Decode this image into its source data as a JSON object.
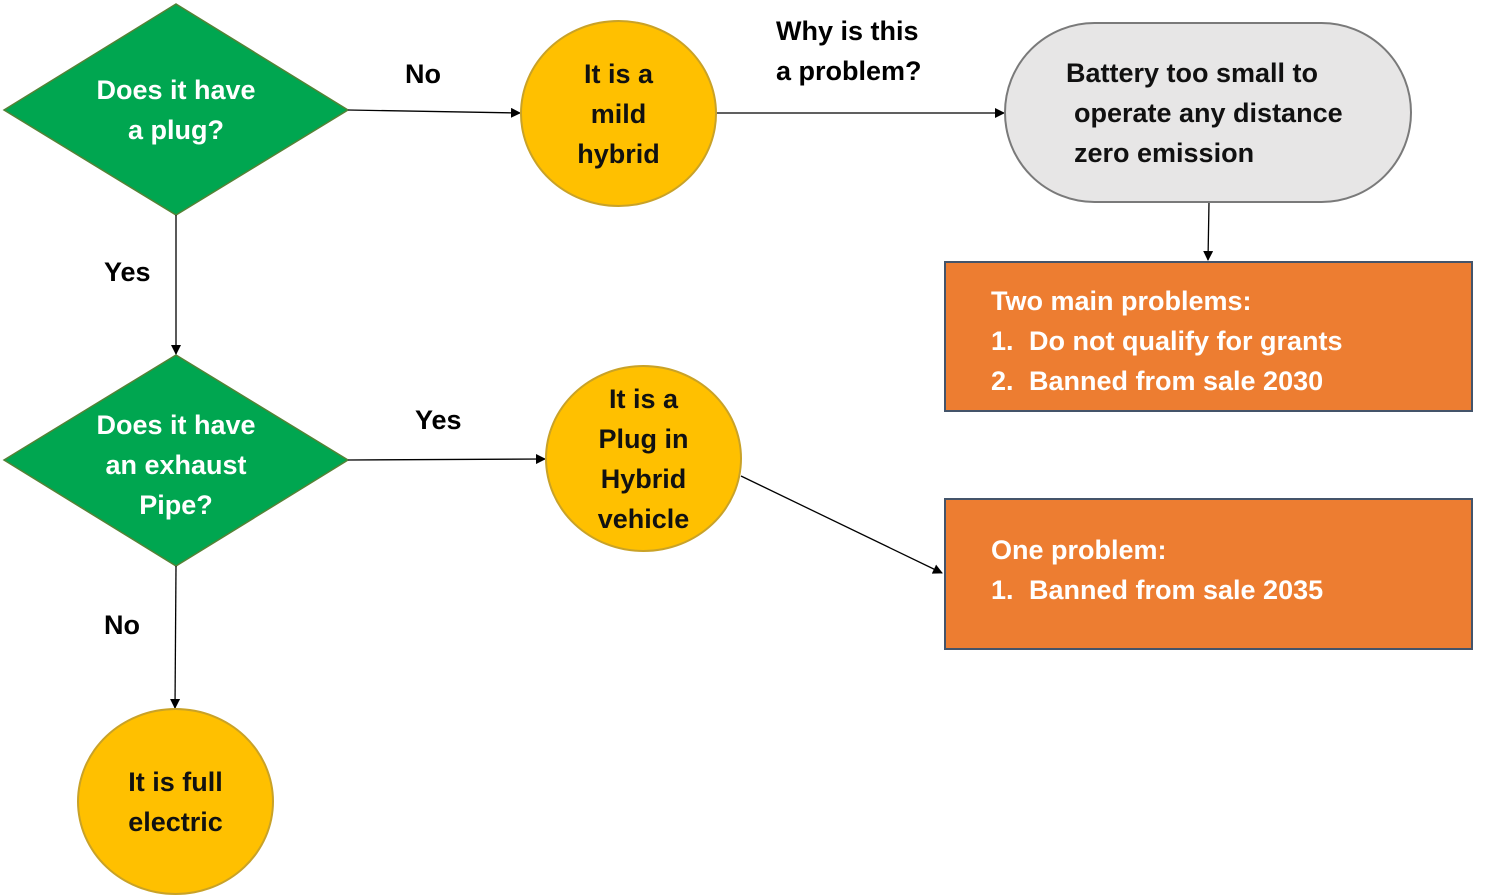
{
  "diagram": {
    "colors": {
      "decision_fill": "#00a650",
      "outcome_fill": "#ffc000",
      "explanation_fill": "#e7e6e6",
      "problem_fill": "#ed7d31",
      "problem_border": "#44546a",
      "edge": "#000000"
    },
    "nodes": {
      "decision_plug": {
        "lines": [
          "Does it have",
          "a plug?"
        ]
      },
      "decision_exhaust": {
        "lines": [
          "Does it have",
          "an exhaust",
          "Pipe?"
        ]
      },
      "outcome_mild_hybrid": {
        "lines": [
          "It is a",
          "mild",
          "hybrid"
        ]
      },
      "outcome_plugin_hybrid": {
        "lines": [
          "It is a",
          "Plug in",
          "Hybrid",
          "vehicle"
        ]
      },
      "outcome_full_electric": {
        "lines": [
          "It is full",
          "electric"
        ]
      },
      "explanation_battery": {
        "lines": [
          "Battery too small to",
          "operate any distance",
          "zero emission"
        ]
      },
      "problems_mild_hybrid": {
        "heading": "Two main problems:",
        "items": [
          {
            "num": "1.",
            "text": "Do not qualify for grants"
          },
          {
            "num": "2.",
            "text": "Banned from sale 2030"
          }
        ]
      },
      "problems_plugin_hybrid": {
        "heading": "One problem:",
        "items": [
          {
            "num": "1.",
            "text": "Banned from sale 2035"
          }
        ]
      }
    },
    "edge_labels": {
      "plug_no": "No",
      "plug_yes": "Yes",
      "exhaust_yes": "Yes",
      "exhaust_no": "No",
      "why_problem": [
        "Why is this",
        "a problem?"
      ]
    }
  }
}
